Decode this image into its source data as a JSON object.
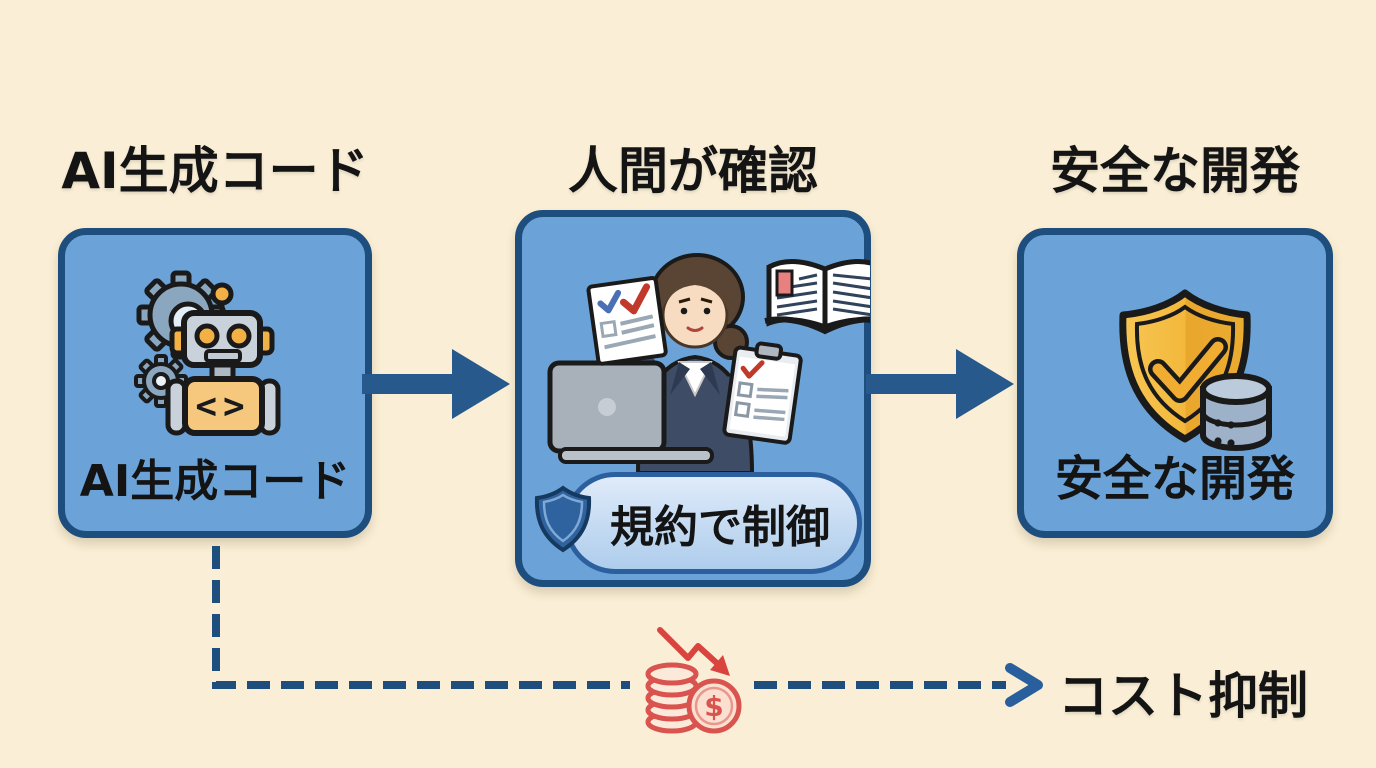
{
  "headings": {
    "left": "AI生成コード",
    "center": "人間が確認",
    "right": "安全な開発"
  },
  "boxes": {
    "ai_code": {
      "label": "AI生成コード"
    },
    "human_review": {
      "badge": "規約で制御"
    },
    "safe_dev": {
      "label": "安全な開発"
    }
  },
  "cost": {
    "label": "コスト抑制"
  },
  "glyphs": {
    "robot_chest": "<>",
    "coin_dollar": "$"
  },
  "icons": [
    "gear-icon",
    "robot-icon",
    "reviewer-person-icon",
    "laptop-icon",
    "checklist-paper-icon",
    "clipboard-icon",
    "rulebook-icon",
    "ruler-icon",
    "shield-icon",
    "badge-shield-icon",
    "database-icon",
    "coins-icon",
    "down-trend-arrow-icon"
  ],
  "colors": {
    "background": "#FAEFD6",
    "box_fill": "#6BA3D8",
    "box_border": "#1D4E7D",
    "arrow": "#27598D",
    "dash_line": "#1D4E7D",
    "badge_border": "#2B5F9E",
    "badge_fill": "#C4DAF2",
    "shield_gold": "#F2B63A",
    "cost_red": "#D9534F",
    "text": "#141414"
  }
}
